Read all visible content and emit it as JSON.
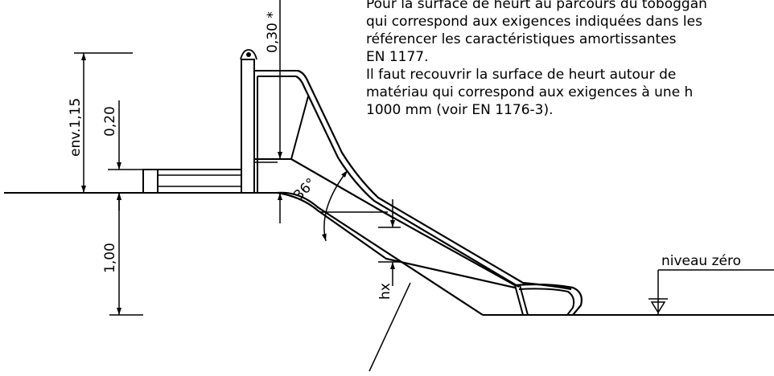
{
  "notes": {
    "p1_l1": "Pour la surface de heurt au parcours du toboggan",
    "p1_l2": "qui correspond aux exigences indiquées dans les",
    "p1_l3": "référencer les caractéristiques amortissantes",
    "p1_l4": "EN 1177.",
    "p2_l1": "Il faut recouvrir la surface de heurt autour de",
    "p2_l2": "matériau qui correspond aux exigences à une h",
    "p2_l3": "1000 mm (voir EN 1176-3)."
  },
  "dimensions": {
    "total_height": "env.1,15",
    "platform_rise": "0,20",
    "below_ground": "1,00",
    "top_clearance": "0,30 *",
    "angle": "36°",
    "hx": "hx",
    "ground_level": "niveau zéro"
  }
}
